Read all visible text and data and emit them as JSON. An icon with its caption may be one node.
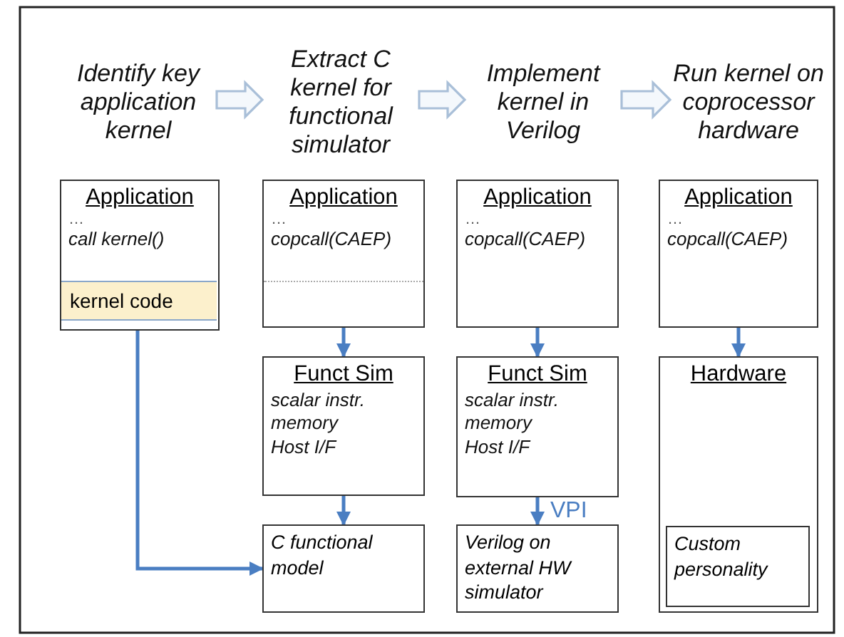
{
  "diagram": {
    "nodes": [
      {
        "text": [
          "Identify key application kernel"
        ]
      },
      {
        "text": [
          "Extract C kernel for functional simulator"
        ]
      },
      {
        "text": [
          "Implement kernel in Verilog"
        ]
      },
      {
        "text": [
          "Run kernel on coprocessor hardware"
        ]
      },
      {
        "text": [
          "Application",
          "…",
          "call kernel()"
        ]
      },
      {
        "text": [
          "kernel code"
        ],
        "in": 4
      },
      {
        "text": [
          "Application",
          "…",
          "copcall(CAEP)"
        ]
      },
      {
        "text": [
          "Funct Sim",
          "scalar instr.",
          "memory",
          "Host I/F"
        ]
      },
      {
        "text": [
          "C functional model"
        ]
      },
      {
        "text": [
          "Application",
          "…",
          "copcall(CAEP)"
        ]
      },
      {
        "text": [
          "Funct Sim",
          "scalar instr.",
          "memory",
          "Host I/F"
        ]
      },
      {
        "text": [
          "Verilog on external HW simulator"
        ]
      },
      {
        "text": [
          "Application",
          "…",
          "copcall(CAEP)"
        ]
      },
      {
        "text": [
          "Hardware"
        ]
      },
      {
        "text": [
          "Custom personality"
        ],
        "in": 13
      }
    ],
    "edges": [
      {
        "from": 0,
        "to": 1,
        "arrow": "to",
        "style": "thick",
        "color": "#a9bfd8"
      },
      {
        "from": 1,
        "to": 2,
        "arrow": "to",
        "style": "thick",
        "color": "#a9bfd8"
      },
      {
        "from": 2,
        "to": 3,
        "arrow": "to",
        "style": "thick",
        "color": "#a9bfd8"
      },
      {
        "from": 5,
        "to": 8,
        "arrow": "to"
      },
      {
        "from": 6,
        "to": 7,
        "arrow": "to"
      },
      {
        "from": 7,
        "to": 8,
        "arrow": "to"
      },
      {
        "from": 9,
        "to": 10,
        "arrow": "to"
      },
      {
        "from": 10,
        "to": 11,
        "arrow": "to",
        "label": "VPI"
      },
      {
        "from": 12,
        "to": 13,
        "arrow": "to"
      }
    ]
  }
}
